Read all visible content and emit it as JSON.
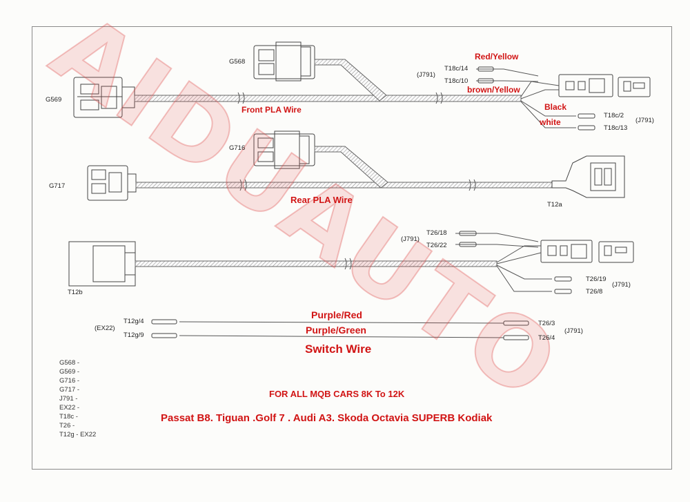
{
  "watermark": "AIDUAUTO",
  "harness": {
    "front": {
      "title": "Front PLA Wire",
      "connectors": {
        "g568": "G568",
        "g569": "G569"
      },
      "module": "(J791)",
      "pins_top": [
        "T18c/14",
        "T18c/10"
      ],
      "pins_bottom": [
        "T18c/2",
        "T18c/13"
      ],
      "module_bottom": "(J791)",
      "colors": {
        "red_yellow": "Red/Yellow",
        "brown_yellow": "brown/Yellow",
        "black": "Black",
        "white": "white"
      }
    },
    "rear": {
      "title": "Rear PLA Wire",
      "connectors": {
        "g716": "G716",
        "g717": "G717"
      },
      "end_connector": "T12a"
    },
    "third": {
      "module_top": "(J791)",
      "pins_top": [
        "T26/18",
        "T26/22"
      ],
      "pins_bottom": [
        "T26/19",
        "T26/8"
      ],
      "module_bottom": "(J791)",
      "start_connector": "T12b"
    },
    "switch": {
      "title": "Switch Wire",
      "color_1": "Purple/Red",
      "color_2": "Purple/Green",
      "left_module": "(EX22)",
      "left_pins": [
        "T12g/4",
        "T12g/9"
      ],
      "right_pins": [
        "T26/3",
        "T26/4"
      ],
      "right_module": "(J791)"
    }
  },
  "legend": [
    "G568 -",
    "G569 -",
    "G716 -",
    "G717 -",
    "J791 -",
    "EX22 -",
    "T18c -",
    "T26 -",
    "T12g - EX22"
  ],
  "notes": {
    "fit": "FOR ALL MQB CARS 8K To 12K",
    "models": "Passat B8. Tiguan .Golf 7 . Audi A3. Skoda Octavia SUPERB Kodiak"
  }
}
